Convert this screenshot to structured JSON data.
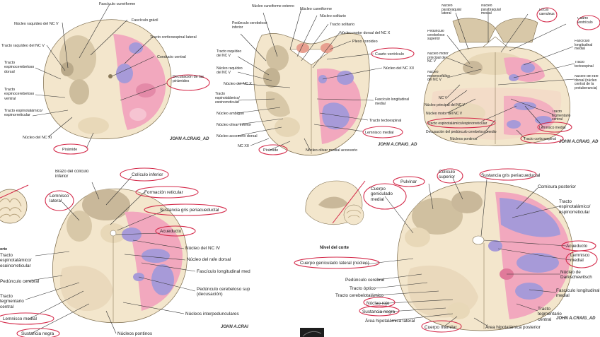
{
  "panels": [
    {
      "id": "medulla-closed",
      "labels": [
        "Fascículo cuneiforme",
        "Fascículo grácil",
        "Núcleo raquídeo del NC V",
        "Tracto raquídeo del NC V",
        "Tracto corticoespinal lateral",
        "Conducto central",
        "Tracto espinocerebeloso dorsal",
        "Decusación de las pirámides",
        "Tracto espinocerebeloso ventral",
        "Tracto espinotalámico/ espinorreticular",
        "Núcleo del NC XI",
        "Pirámide"
      ],
      "circled": [
        "Decusación de las pirámides",
        "Pirámide"
      ],
      "signature": "JOHN A.CRAIG_AD"
    },
    {
      "id": "medulla-open",
      "labels": [
        "Núcleo cuneiforme externo",
        "Núcleo cuneiforme",
        "Núcleo solitario",
        "Tracto solitario",
        "Pedúnculo cerebeloso inferior",
        "Núcleo motor dorsal del NC X",
        "Plexo coroideo",
        "Tracto raquídeo del NC V",
        "Cuarto ventrículo",
        "Núcleo raquídeo del NC V",
        "Núcleo del NC XII",
        "Núcleo del NC X",
        "Tracto espinotalámico/ espinorreticular",
        "Núcleo ambiguo",
        "Fascículo longitudinal medial",
        "Núcleo olivar inferior",
        "Tracto tectoespinal",
        "Núcleo accesorio dorsal",
        "Lemnisco medial",
        "NC XII",
        "Pirámide",
        "Núcleo olivar medial accesorio"
      ],
      "circled": [
        "Cuarto ventrículo",
        "Lemnisco medial",
        "Pirámide"
      ],
      "signature": "JOHN A.CRAIG_AD"
    },
    {
      "id": "pons",
      "labels": [
        "Núcleo parabraquial lateral",
        "Núcleo parabraquial medial",
        "Locus caeruleus",
        "Cuarto ventrículo",
        "Pedúnculo cerebeloso superior",
        "Fascículo longitudinal medial",
        "Núcleo motor principal del NC V",
        "Tracto tectoespinal",
        "Núcleo mesencefálico del NC V",
        "Núcleo del rafe dorsal (núcleo central de la protuberancia)",
        "NC V",
        "Núcleo principal del NC V",
        "Núcleo motor del NC V",
        "Tracto tegmentario central",
        "Tracto espinotalámico/espinorreticular",
        "Lemnisco medial",
        "Decusación del pedúnculo cerebeloso medio",
        "Núcleos pontinos",
        "Tracto corticoespinal"
      ],
      "circled": [
        "Locus caeruleus",
        "Cuarto ventrículo",
        "Tracto espinotalámico/espinorreticular",
        "Lemnisco medial",
        "Tracto corticoespinal"
      ],
      "signature": "JOHN A.CRAIG_AD"
    },
    {
      "id": "midbrain-inferior",
      "labels": [
        "Brazo del colículo inferior",
        "Colículo inferior",
        "Lemnisco lateral",
        "Formación reticular",
        "Sustancia gris periacueductal",
        "Acueducto",
        "Núcleo del NC IV",
        "Tracto espinotalámico/ espinorreticular",
        "Núcleo del rafe dorsal",
        "Pedúnculo cerebral",
        "Fascículo longitudinal med",
        "Tracto tegmentario central",
        "Pedúnculo cerebeloso sup (decusación)",
        "Lemnisco medial",
        "Núcleos interpedunculares",
        "Sustancia negra",
        "Núcleos pontinos"
      ],
      "circled": [
        "Colículo inferior",
        "Lemnisco lateral",
        "Formación reticular",
        "Sustancia gris periacueductal",
        "Acueducto",
        "Lemnisco medial",
        "Sustancia negra"
      ],
      "level_label": "orte",
      "signature": "JOHN A.CRAI"
    },
    {
      "id": "midbrain-superior",
      "labels": [
        "Pulvinar",
        "Colículo superior",
        "Sustancia gris periacueductal",
        "Comisura posterior",
        "Cuerpo geniculado medial",
        "Tracto espinotalámico/ espinorreticular",
        "Nivel del corte",
        "Acueducto",
        "Cuerpo geniculado lateral (núcleo)",
        "Lemnisco medial",
        "Pedúnculo cerebral",
        "Núcleo de Darkschewitsch",
        "Tracto óptico",
        "Tracto cerebelotalámico",
        "Fascículo longitudinal medial",
        "Núcleo rojo",
        "Sustancia negra",
        "Tracto tegmentario central",
        "Área hipotalámica lateral",
        "Cuerpo mamilar",
        "Área hipotalámica posterior"
      ],
      "circled": [
        "Pulvinar",
        "Colículo superior",
        "Sustancia gris periacueductal",
        "Cuerpo geniculado medial",
        "Cuerpo geniculado lateral (núcleo)",
        "Acueducto",
        "Lemnisco medial",
        "Núcleo rojo",
        "Sustancia negra",
        "Cuerpo mamilar"
      ],
      "signature": "JOHN A.CRAIG_AD"
    }
  ],
  "colors": {
    "tissue": "#f3e6cc",
    "gray_matter": "#c9b89a",
    "pink_tract": "#f2a8be",
    "purple_nucleus": "#a79ad8",
    "circle_annotation": "#d42a4a"
  }
}
